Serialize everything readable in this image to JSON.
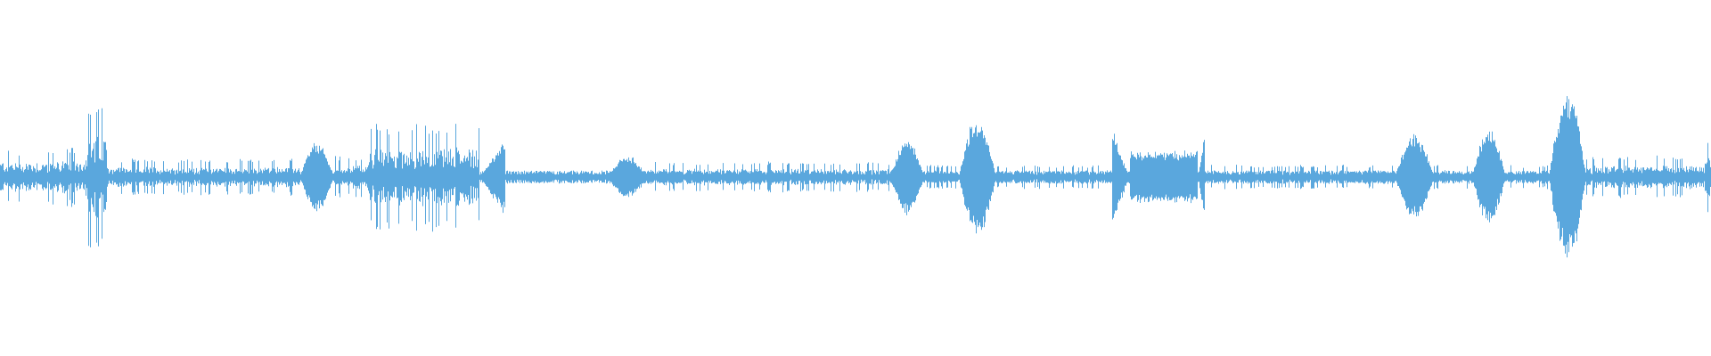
{
  "waveform": {
    "color": "#5aa7dd",
    "background": "#ffffff",
    "baseline_amplitude": 0.012,
    "noise_amplitude": 0.03,
    "segments": [
      {
        "start": 0.0,
        "end": 0.03,
        "amp": 0.045,
        "shape": "noisy"
      },
      {
        "start": 0.03,
        "end": 0.05,
        "amp": 0.05,
        "shape": "noisy"
      },
      {
        "start": 0.05,
        "end": 0.062,
        "amp": 0.12,
        "shape": "noisy"
      },
      {
        "start": 0.062,
        "end": 0.175,
        "amp": 0.03,
        "shape": "noisy"
      },
      {
        "start": 0.175,
        "end": 0.195,
        "amp": 0.08,
        "shape": "blob"
      },
      {
        "start": 0.195,
        "end": 0.215,
        "amp": 0.035,
        "shape": "noisy"
      },
      {
        "start": 0.215,
        "end": 0.28,
        "amp": 0.09,
        "shape": "noisy"
      },
      {
        "start": 0.28,
        "end": 0.295,
        "amp": 0.09,
        "shape": "rise"
      },
      {
        "start": 0.295,
        "end": 0.355,
        "amp": 0.01,
        "shape": "noisy"
      },
      {
        "start": 0.355,
        "end": 0.378,
        "amp": 0.05,
        "shape": "blob"
      },
      {
        "start": 0.378,
        "end": 0.52,
        "amp": 0.025,
        "shape": "noisy"
      },
      {
        "start": 0.52,
        "end": 0.54,
        "amp": 0.09,
        "shape": "blob"
      },
      {
        "start": 0.54,
        "end": 0.56,
        "amp": 0.02,
        "shape": "noisy"
      },
      {
        "start": 0.56,
        "end": 0.582,
        "amp": 0.14,
        "shape": "blob"
      },
      {
        "start": 0.582,
        "end": 0.65,
        "amp": 0.02,
        "shape": "noisy"
      },
      {
        "start": 0.65,
        "end": 0.66,
        "amp": 0.11,
        "shape": "fall"
      },
      {
        "start": 0.66,
        "end": 0.7,
        "amp": 0.06,
        "shape": "flat"
      },
      {
        "start": 0.7,
        "end": 0.704,
        "amp": 0.11,
        "shape": "rise"
      },
      {
        "start": 0.704,
        "end": 0.815,
        "amp": 0.02,
        "shape": "noisy"
      },
      {
        "start": 0.815,
        "end": 0.838,
        "amp": 0.1,
        "shape": "blob"
      },
      {
        "start": 0.838,
        "end": 0.86,
        "amp": 0.02,
        "shape": "noisy"
      },
      {
        "start": 0.86,
        "end": 0.88,
        "amp": 0.11,
        "shape": "blob"
      },
      {
        "start": 0.88,
        "end": 0.905,
        "amp": 0.02,
        "shape": "noisy"
      },
      {
        "start": 0.905,
        "end": 0.927,
        "amp": 0.2,
        "shape": "blob"
      },
      {
        "start": 0.927,
        "end": 0.996,
        "amp": 0.035,
        "shape": "noisy"
      },
      {
        "start": 0.996,
        "end": 1.0,
        "amp": 0.07,
        "shape": "noisy"
      }
    ]
  }
}
